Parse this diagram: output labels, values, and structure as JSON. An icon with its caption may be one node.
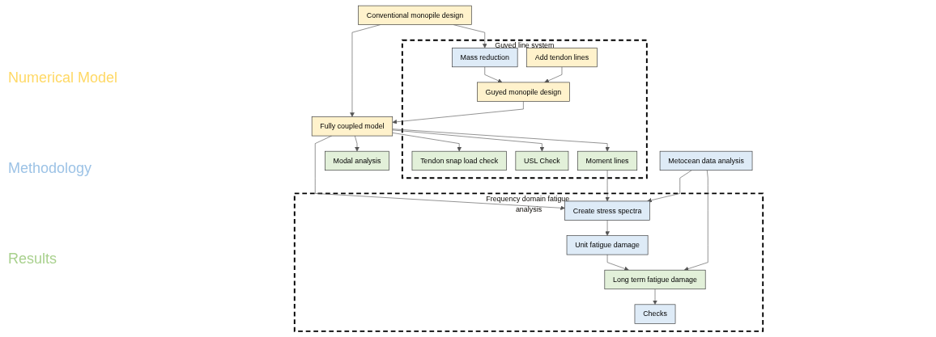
{
  "diagram": {
    "nodes": [
      {
        "text": [
          "Guyed line system"
        ]
      },
      {
        "text": [
          "Mass reduction"
        ],
        "in": 0
      },
      {
        "text": [
          "Guyed monopile design"
        ],
        "in": 0
      },
      {
        "text": [
          "Add tendon lines"
        ],
        "in": 0
      },
      {
        "text": [
          "Tendon snap load check"
        ],
        "in": 0
      },
      {
        "text": [
          "USL Check"
        ],
        "in": 0
      },
      {
        "text": [
          "Moment lines"
        ],
        "in": 0
      },
      {
        "text": [
          "Conventional monopile design"
        ]
      },
      {
        "text": [
          "Fully coupled model"
        ]
      },
      {
        "text": [
          "Modal analysis"
        ]
      },
      {
        "text": [
          "Metocean data analysis"
        ]
      },
      {
        "text": [
          "Frequency domain fatigue analysis"
        ]
      },
      {
        "text": [
          "Create stress spectra"
        ],
        "in": 11
      },
      {
        "text": [
          "Unit fatigue damage"
        ],
        "in": 11
      },
      {
        "text": [
          "Checks"
        ],
        "in": 11
      },
      {
        "text": [
          "Long term fatigue damage"
        ],
        "in": 11
      }
    ],
    "edges": [
      {
        "from": 7,
        "to": 1,
        "arrow": "to"
      },
      {
        "from": 1,
        "to": 2,
        "arrow": "to"
      },
      {
        "from": 3,
        "to": 2,
        "arrow": "to"
      },
      {
        "from": 2,
        "to": 8,
        "arrow": "to"
      },
      {
        "from": 7,
        "to": 8,
        "arrow": "to"
      },
      {
        "from": 8,
        "to": 4,
        "arrow": "to"
      },
      {
        "from": 8,
        "to": 5,
        "arrow": "to"
      },
      {
        "from": 8,
        "to": 6,
        "arrow": "to"
      },
      {
        "from": 8,
        "to": 9,
        "arrow": "to"
      },
      {
        "from": 8,
        "to": 12,
        "arrow": "to"
      },
      {
        "from": 6,
        "to": 12,
        "arrow": "to"
      },
      {
        "from": 10,
        "to": 12,
        "arrow": "to"
      },
      {
        "from": 12,
        "to": 13,
        "arrow": "to"
      },
      {
        "from": 13,
        "to": 15,
        "arrow": "to"
      },
      {
        "from": 10,
        "to": 15,
        "arrow": "to"
      },
      {
        "from": 15,
        "to": 14,
        "arrow": "to"
      }
    ],
    "legend": [
      {
        "text": "Numerical Model",
        "color": "#ffd966"
      },
      {
        "text": "Methodology",
        "color": "#9dc3e6"
      },
      {
        "text": "Results",
        "color": "#a9d18e"
      }
    ]
  }
}
